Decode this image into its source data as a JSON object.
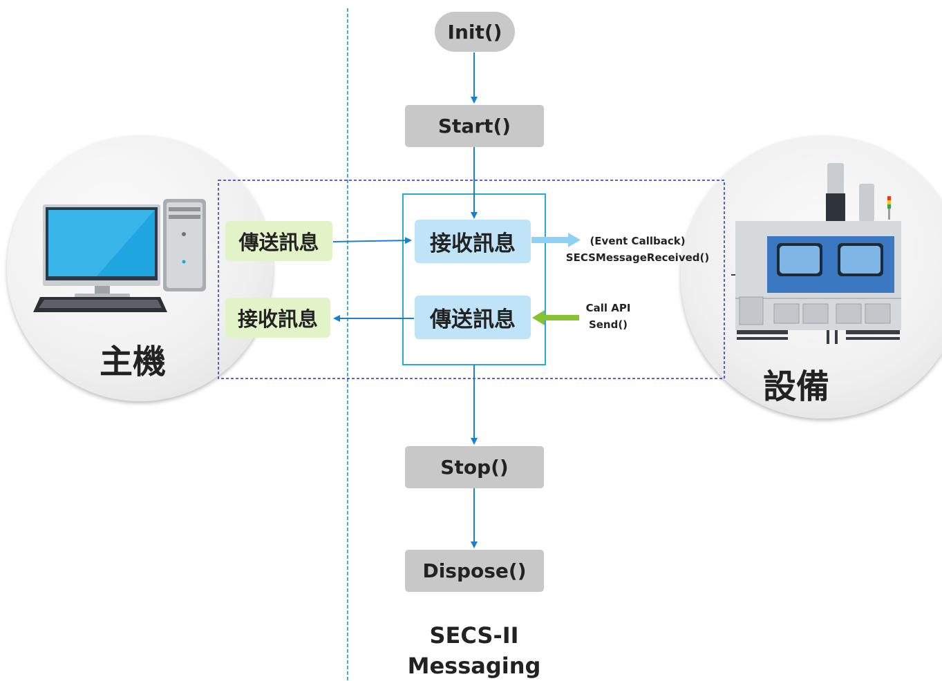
{
  "flow": {
    "init": "Init()",
    "start": "Start()",
    "stop": "Stop()",
    "dispose": "Dispose()"
  },
  "messaging": {
    "receive_inner": "接收訊息",
    "send_inner": "傳送訊息",
    "host_send": "傳送訊息",
    "host_receive": "接收訊息"
  },
  "callback": {
    "line1": "(Event Callback)",
    "line2": "SECSMessageReceived()"
  },
  "api": {
    "line1": "Call API",
    "line2": "Send()"
  },
  "host": {
    "label": "主機"
  },
  "equipment": {
    "label": "設備"
  },
  "title": {
    "line1": "SECS-II",
    "line2": "Messaging"
  },
  "colors": {
    "flow_arrow": "#1a7fd0",
    "callback_arrow": "#8fd0f5",
    "api_arrow": "#86c232",
    "dashed_border": "#1f2fd0",
    "inner_border": "#29a8e0"
  }
}
